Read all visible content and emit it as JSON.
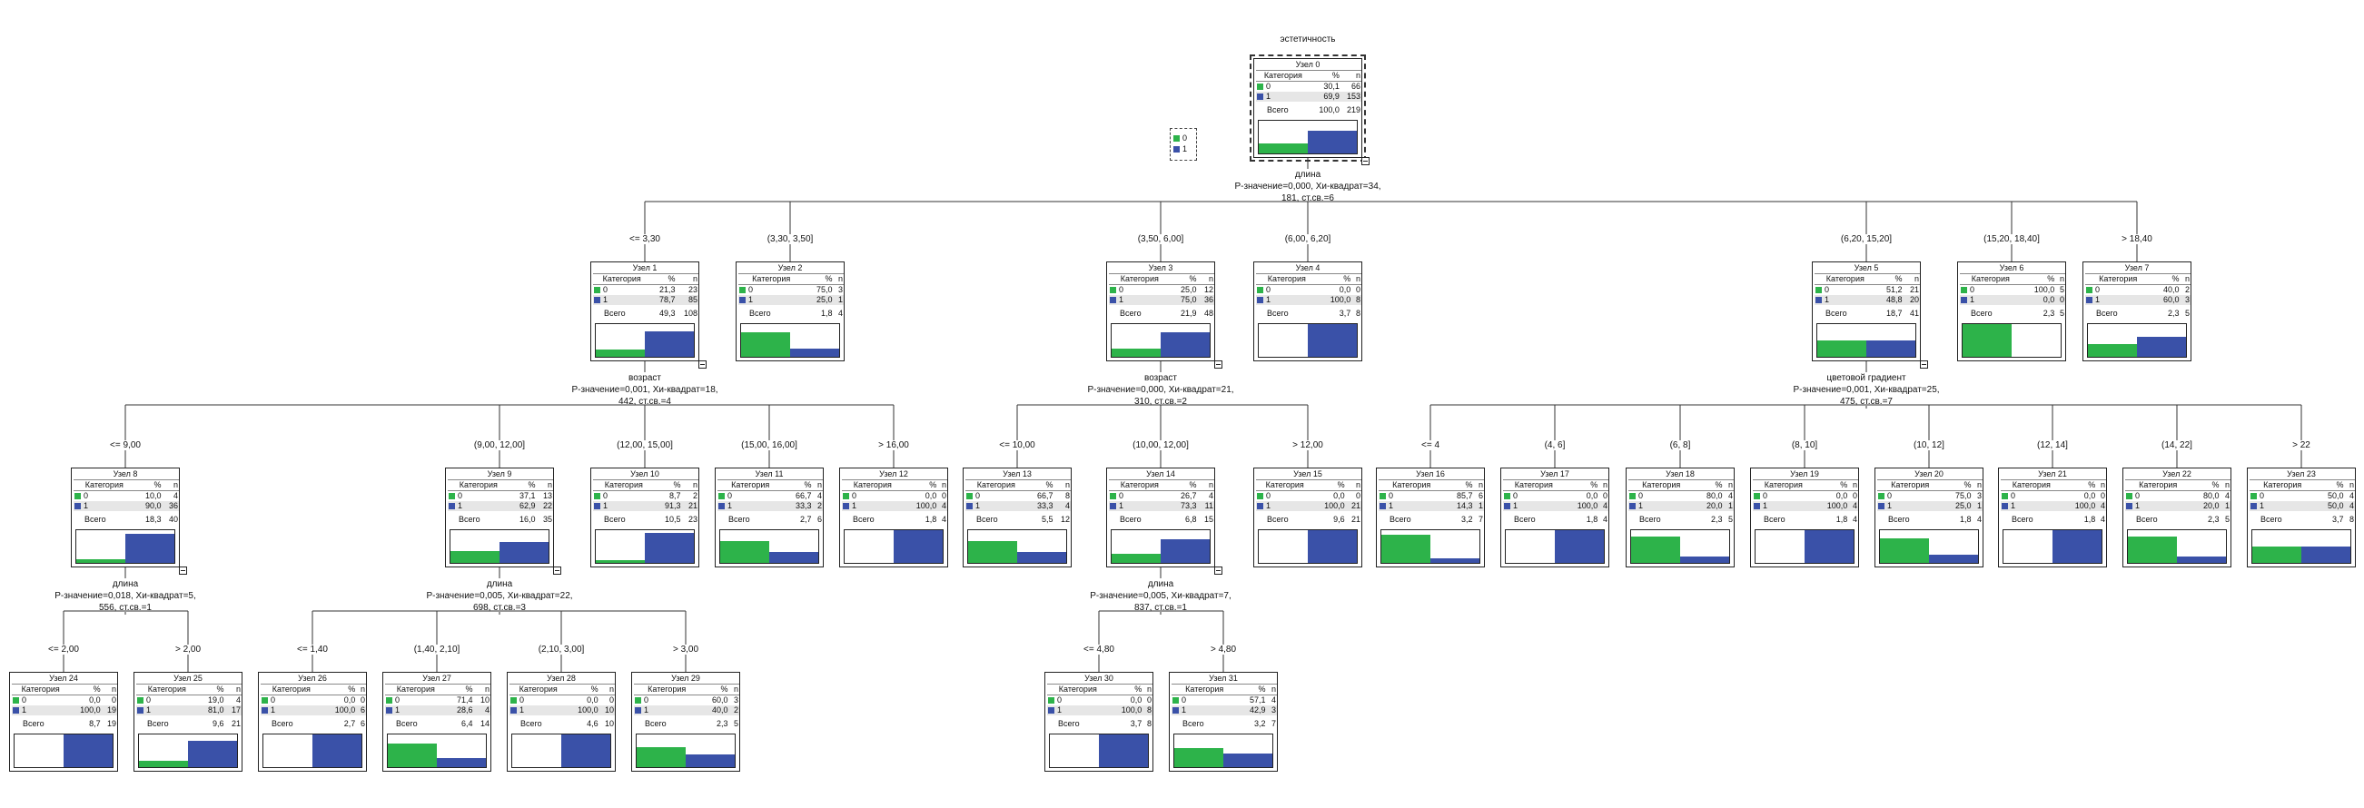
{
  "title": "эстетичность",
  "legend": [
    {
      "label": "0",
      "color": "#2db34a"
    },
    {
      "label": "1",
      "color": "#3a51a8"
    }
  ],
  "header": {
    "cat": "Категория",
    "pct": "%",
    "n": "n"
  },
  "total_label": "Всего",
  "nodes": [
    {
      "id": 0,
      "name": "Узел 0",
      "r0": [
        "0",
        "30,1",
        "66"
      ],
      "r1": [
        "1",
        "69,9",
        "153"
      ],
      "tot": [
        "100,0",
        "219"
      ],
      "p0": 30.1,
      "p1": 69.9,
      "parent": null,
      "collapse": true
    },
    {
      "id": 1,
      "name": "Узел 1",
      "r0": [
        "0",
        "21,3",
        "23"
      ],
      "r1": [
        "1",
        "78,7",
        "85"
      ],
      "tot": [
        "49,3",
        "108"
      ],
      "p0": 21.3,
      "p1": 78.7,
      "parent": 0,
      "branch": "<= 3,30",
      "collapse": true
    },
    {
      "id": 2,
      "name": "Узел 2",
      "r0": [
        "0",
        "75,0",
        "3"
      ],
      "r1": [
        "1",
        "25,0",
        "1"
      ],
      "tot": [
        "1,8",
        "4"
      ],
      "p0": 75.0,
      "p1": 25.0,
      "parent": 0,
      "branch": "(3,30, 3,50]"
    },
    {
      "id": 3,
      "name": "Узел 3",
      "r0": [
        "0",
        "25,0",
        "12"
      ],
      "r1": [
        "1",
        "75,0",
        "36"
      ],
      "tot": [
        "21,9",
        "48"
      ],
      "p0": 25.0,
      "p1": 75.0,
      "parent": 0,
      "branch": "(3,50, 6,00]",
      "collapse": true
    },
    {
      "id": 4,
      "name": "Узел 4",
      "r0": [
        "0",
        "0,0",
        "0"
      ],
      "r1": [
        "1",
        "100,0",
        "8"
      ],
      "tot": [
        "3,7",
        "8"
      ],
      "p0": 0,
      "p1": 100,
      "parent": 0,
      "branch": "(6,00, 6,20]"
    },
    {
      "id": 5,
      "name": "Узел 5",
      "r0": [
        "0",
        "51,2",
        "21"
      ],
      "r1": [
        "1",
        "48,8",
        "20"
      ],
      "tot": [
        "18,7",
        "41"
      ],
      "p0": 51.2,
      "p1": 48.8,
      "parent": 0,
      "branch": "(6,20, 15,20]",
      "collapse": true
    },
    {
      "id": 6,
      "name": "Узел 6",
      "r0": [
        "0",
        "100,0",
        "5"
      ],
      "r1": [
        "1",
        "0,0",
        "0"
      ],
      "tot": [
        "2,3",
        "5"
      ],
      "p0": 100,
      "p1": 0,
      "parent": 0,
      "branch": "(15,20, 18,40]"
    },
    {
      "id": 7,
      "name": "Узел 7",
      "r0": [
        "0",
        "40,0",
        "2"
      ],
      "r1": [
        "1",
        "60,0",
        "3"
      ],
      "tot": [
        "2,3",
        "5"
      ],
      "p0": 40.0,
      "p1": 60.0,
      "parent": 0,
      "branch": "> 18,40"
    },
    {
      "id": 8,
      "name": "Узел 8",
      "r0": [
        "0",
        "10,0",
        "4"
      ],
      "r1": [
        "1",
        "90,0",
        "36"
      ],
      "tot": [
        "18,3",
        "40"
      ],
      "p0": 10.0,
      "p1": 90.0,
      "parent": 1,
      "branch": "<= 9,00",
      "collapse": true
    },
    {
      "id": 9,
      "name": "Узел 9",
      "r0": [
        "0",
        "37,1",
        "13"
      ],
      "r1": [
        "1",
        "62,9",
        "22"
      ],
      "tot": [
        "16,0",
        "35"
      ],
      "p0": 37.1,
      "p1": 62.9,
      "parent": 1,
      "branch": "(9,00, 12,00]",
      "collapse": true
    },
    {
      "id": 10,
      "name": "Узел 10",
      "r0": [
        "0",
        "8,7",
        "2"
      ],
      "r1": [
        "1",
        "91,3",
        "21"
      ],
      "tot": [
        "10,5",
        "23"
      ],
      "p0": 8.7,
      "p1": 91.3,
      "parent": 1,
      "branch": "(12,00, 15,00]"
    },
    {
      "id": 11,
      "name": "Узел 11",
      "r0": [
        "0",
        "66,7",
        "4"
      ],
      "r1": [
        "1",
        "33,3",
        "2"
      ],
      "tot": [
        "2,7",
        "6"
      ],
      "p0": 66.7,
      "p1": 33.3,
      "parent": 1,
      "branch": "(15,00, 16,00]"
    },
    {
      "id": 12,
      "name": "Узел 12",
      "r0": [
        "0",
        "0,0",
        "0"
      ],
      "r1": [
        "1",
        "100,0",
        "4"
      ],
      "tot": [
        "1,8",
        "4"
      ],
      "p0": 0,
      "p1": 100,
      "parent": 1,
      "branch": "> 16,00"
    },
    {
      "id": 13,
      "name": "Узел 13",
      "r0": [
        "0",
        "66,7",
        "8"
      ],
      "r1": [
        "1",
        "33,3",
        "4"
      ],
      "tot": [
        "5,5",
        "12"
      ],
      "p0": 66.7,
      "p1": 33.3,
      "parent": 3,
      "branch": "<= 10,00"
    },
    {
      "id": 14,
      "name": "Узел 14",
      "r0": [
        "0",
        "26,7",
        "4"
      ],
      "r1": [
        "1",
        "73,3",
        "11"
      ],
      "tot": [
        "6,8",
        "15"
      ],
      "p0": 26.7,
      "p1": 73.3,
      "parent": 3,
      "branch": "(10,00, 12,00]",
      "collapse": true
    },
    {
      "id": 15,
      "name": "Узел 15",
      "r0": [
        "0",
        "0,0",
        "0"
      ],
      "r1": [
        "1",
        "100,0",
        "21"
      ],
      "tot": [
        "9,6",
        "21"
      ],
      "p0": 0,
      "p1": 100,
      "parent": 3,
      "branch": "> 12,00"
    },
    {
      "id": 16,
      "name": "Узел 16",
      "r0": [
        "0",
        "85,7",
        "6"
      ],
      "r1": [
        "1",
        "14,3",
        "1"
      ],
      "tot": [
        "3,2",
        "7"
      ],
      "p0": 85.7,
      "p1": 14.3,
      "parent": 5,
      "branch": "<= 4"
    },
    {
      "id": 17,
      "name": "Узел 17",
      "r0": [
        "0",
        "0,0",
        "0"
      ],
      "r1": [
        "1",
        "100,0",
        "4"
      ],
      "tot": [
        "1,8",
        "4"
      ],
      "p0": 0,
      "p1": 100,
      "parent": 5,
      "branch": "(4, 6]"
    },
    {
      "id": 18,
      "name": "Узел 18",
      "r0": [
        "0",
        "80,0",
        "4"
      ],
      "r1": [
        "1",
        "20,0",
        "1"
      ],
      "tot": [
        "2,3",
        "5"
      ],
      "p0": 80.0,
      "p1": 20.0,
      "parent": 5,
      "branch": "(6, 8]"
    },
    {
      "id": 19,
      "name": "Узел 19",
      "r0": [
        "0",
        "0,0",
        "0"
      ],
      "r1": [
        "1",
        "100,0",
        "4"
      ],
      "tot": [
        "1,8",
        "4"
      ],
      "p0": 0,
      "p1": 100,
      "parent": 5,
      "branch": "(8, 10]"
    },
    {
      "id": 20,
      "name": "Узел 20",
      "r0": [
        "0",
        "75,0",
        "3"
      ],
      "r1": [
        "1",
        "25,0",
        "1"
      ],
      "tot": [
        "1,8",
        "4"
      ],
      "p0": 75.0,
      "p1": 25.0,
      "parent": 5,
      "branch": "(10, 12]"
    },
    {
      "id": 21,
      "name": "Узел 21",
      "r0": [
        "0",
        "0,0",
        "0"
      ],
      "r1": [
        "1",
        "100,0",
        "4"
      ],
      "tot": [
        "1,8",
        "4"
      ],
      "p0": 0,
      "p1": 100,
      "parent": 5,
      "branch": "(12, 14]"
    },
    {
      "id": 22,
      "name": "Узел 22",
      "r0": [
        "0",
        "80,0",
        "4"
      ],
      "r1": [
        "1",
        "20,0",
        "1"
      ],
      "tot": [
        "2,3",
        "5"
      ],
      "p0": 80.0,
      "p1": 20.0,
      "parent": 5,
      "branch": "(14, 22]"
    },
    {
      "id": 23,
      "name": "Узел 23",
      "r0": [
        "0",
        "50,0",
        "4"
      ],
      "r1": [
        "1",
        "50,0",
        "4"
      ],
      "tot": [
        "3,7",
        "8"
      ],
      "p0": 50.0,
      "p1": 50.0,
      "parent": 5,
      "branch": "> 22"
    },
    {
      "id": 24,
      "name": "Узел 24",
      "r0": [
        "0",
        "0,0",
        "0"
      ],
      "r1": [
        "1",
        "100,0",
        "19"
      ],
      "tot": [
        "8,7",
        "19"
      ],
      "p0": 0,
      "p1": 100,
      "parent": 8,
      "branch": "<= 2,00"
    },
    {
      "id": 25,
      "name": "Узел 25",
      "r0": [
        "0",
        "19,0",
        "4"
      ],
      "r1": [
        "1",
        "81,0",
        "17"
      ],
      "tot": [
        "9,6",
        "21"
      ],
      "p0": 19.0,
      "p1": 81.0,
      "parent": 8,
      "branch": "> 2,00"
    },
    {
      "id": 26,
      "name": "Узел 26",
      "r0": [
        "0",
        "0,0",
        "0"
      ],
      "r1": [
        "1",
        "100,0",
        "6"
      ],
      "tot": [
        "2,7",
        "6"
      ],
      "p0": 0,
      "p1": 100,
      "parent": 9,
      "branch": "<= 1,40"
    },
    {
      "id": 27,
      "name": "Узел 27",
      "r0": [
        "0",
        "71,4",
        "10"
      ],
      "r1": [
        "1",
        "28,6",
        "4"
      ],
      "tot": [
        "6,4",
        "14"
      ],
      "p0": 71.4,
      "p1": 28.6,
      "parent": 9,
      "branch": "(1,40, 2,10]"
    },
    {
      "id": 28,
      "name": "Узел 28",
      "r0": [
        "0",
        "0,0",
        "0"
      ],
      "r1": [
        "1",
        "100,0",
        "10"
      ],
      "tot": [
        "4,6",
        "10"
      ],
      "p0": 0,
      "p1": 100,
      "parent": 9,
      "branch": "(2,10, 3,00]"
    },
    {
      "id": 29,
      "name": "Узел 29",
      "r0": [
        "0",
        "60,0",
        "3"
      ],
      "r1": [
        "1",
        "40,0",
        "2"
      ],
      "tot": [
        "2,3",
        "5"
      ],
      "p0": 60.0,
      "p1": 40.0,
      "parent": 9,
      "branch": "> 3,00"
    },
    {
      "id": 30,
      "name": "Узел 30",
      "r0": [
        "0",
        "0,0",
        "0"
      ],
      "r1": [
        "1",
        "100,0",
        "8"
      ],
      "tot": [
        "3,7",
        "8"
      ],
      "p0": 0,
      "p1": 100,
      "parent": 14,
      "branch": "<= 4,80"
    },
    {
      "id": 31,
      "name": "Узел 31",
      "r0": [
        "0",
        "57,1",
        "4"
      ],
      "r1": [
        "1",
        "42,9",
        "3"
      ],
      "tot": [
        "3,2",
        "7"
      ],
      "p0": 57.1,
      "p1": 42.9,
      "parent": 14,
      "branch": "> 4,80"
    }
  ],
  "splits": [
    {
      "node": 0,
      "text": "длина\nP-значение=0,000, Хи-квадрат=34,\n181, ст.св.=6"
    },
    {
      "node": 1,
      "text": "возраст\nP-значение=0,001, Хи-квадрат=18,\n442, ст.св.=4"
    },
    {
      "node": 3,
      "text": "возраст\nP-значение=0,000, Хи-квадрат=21,\n310, ст.св.=2"
    },
    {
      "node": 5,
      "text": "цветовой градиент\nP-значение=0,001, Хи-квадрат=25,\n475, ст.св.=7"
    },
    {
      "node": 8,
      "text": "длина\nP-значение=0,018, Хи-квадрат=5,\n556, ст.св.=1"
    },
    {
      "node": 9,
      "text": "длина\nP-значение=0,005, Хи-квадрат=22,\n698, ст.св.=3"
    },
    {
      "node": 14,
      "text": "длина\nP-значение=0,005, Хи-квадрат=7,\n837, ст.св.=1"
    }
  ]
}
